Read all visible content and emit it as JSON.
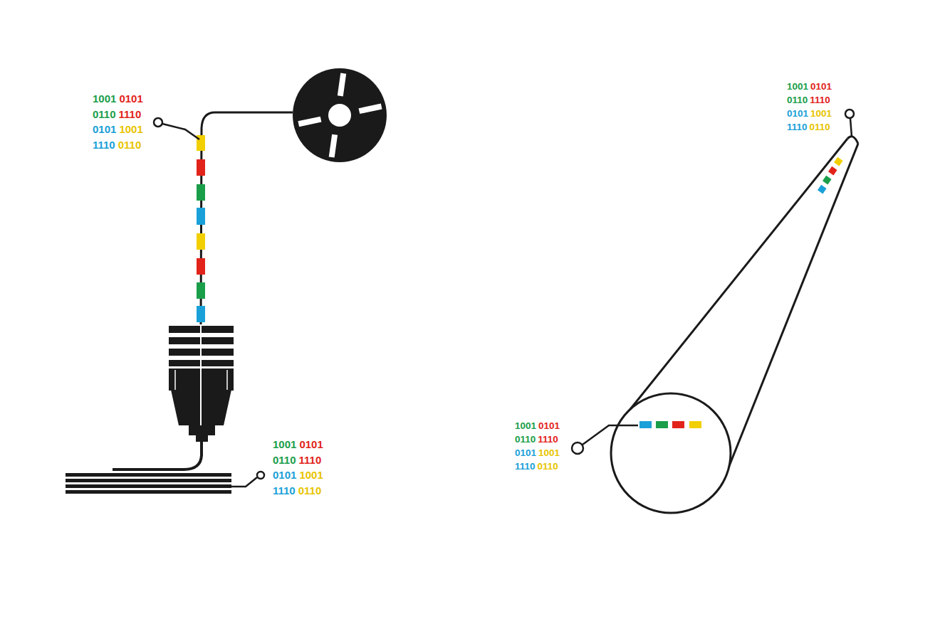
{
  "diagram": {
    "labels": [
      "1001",
      "0101",
      "0110",
      "1110",
      "0101",
      "1001",
      "1110",
      "0110",
      "1001",
      "0101",
      "0110",
      "1110",
      "0101",
      "1001",
      "1110",
      "0110",
      "1001",
      "0101",
      "0110",
      "1110",
      "0101",
      "1001",
      "1110",
      "0110",
      "1001",
      "0101",
      "0110",
      "1110",
      "0101",
      "1001",
      "1110",
      "0110"
    ]
  }
}
